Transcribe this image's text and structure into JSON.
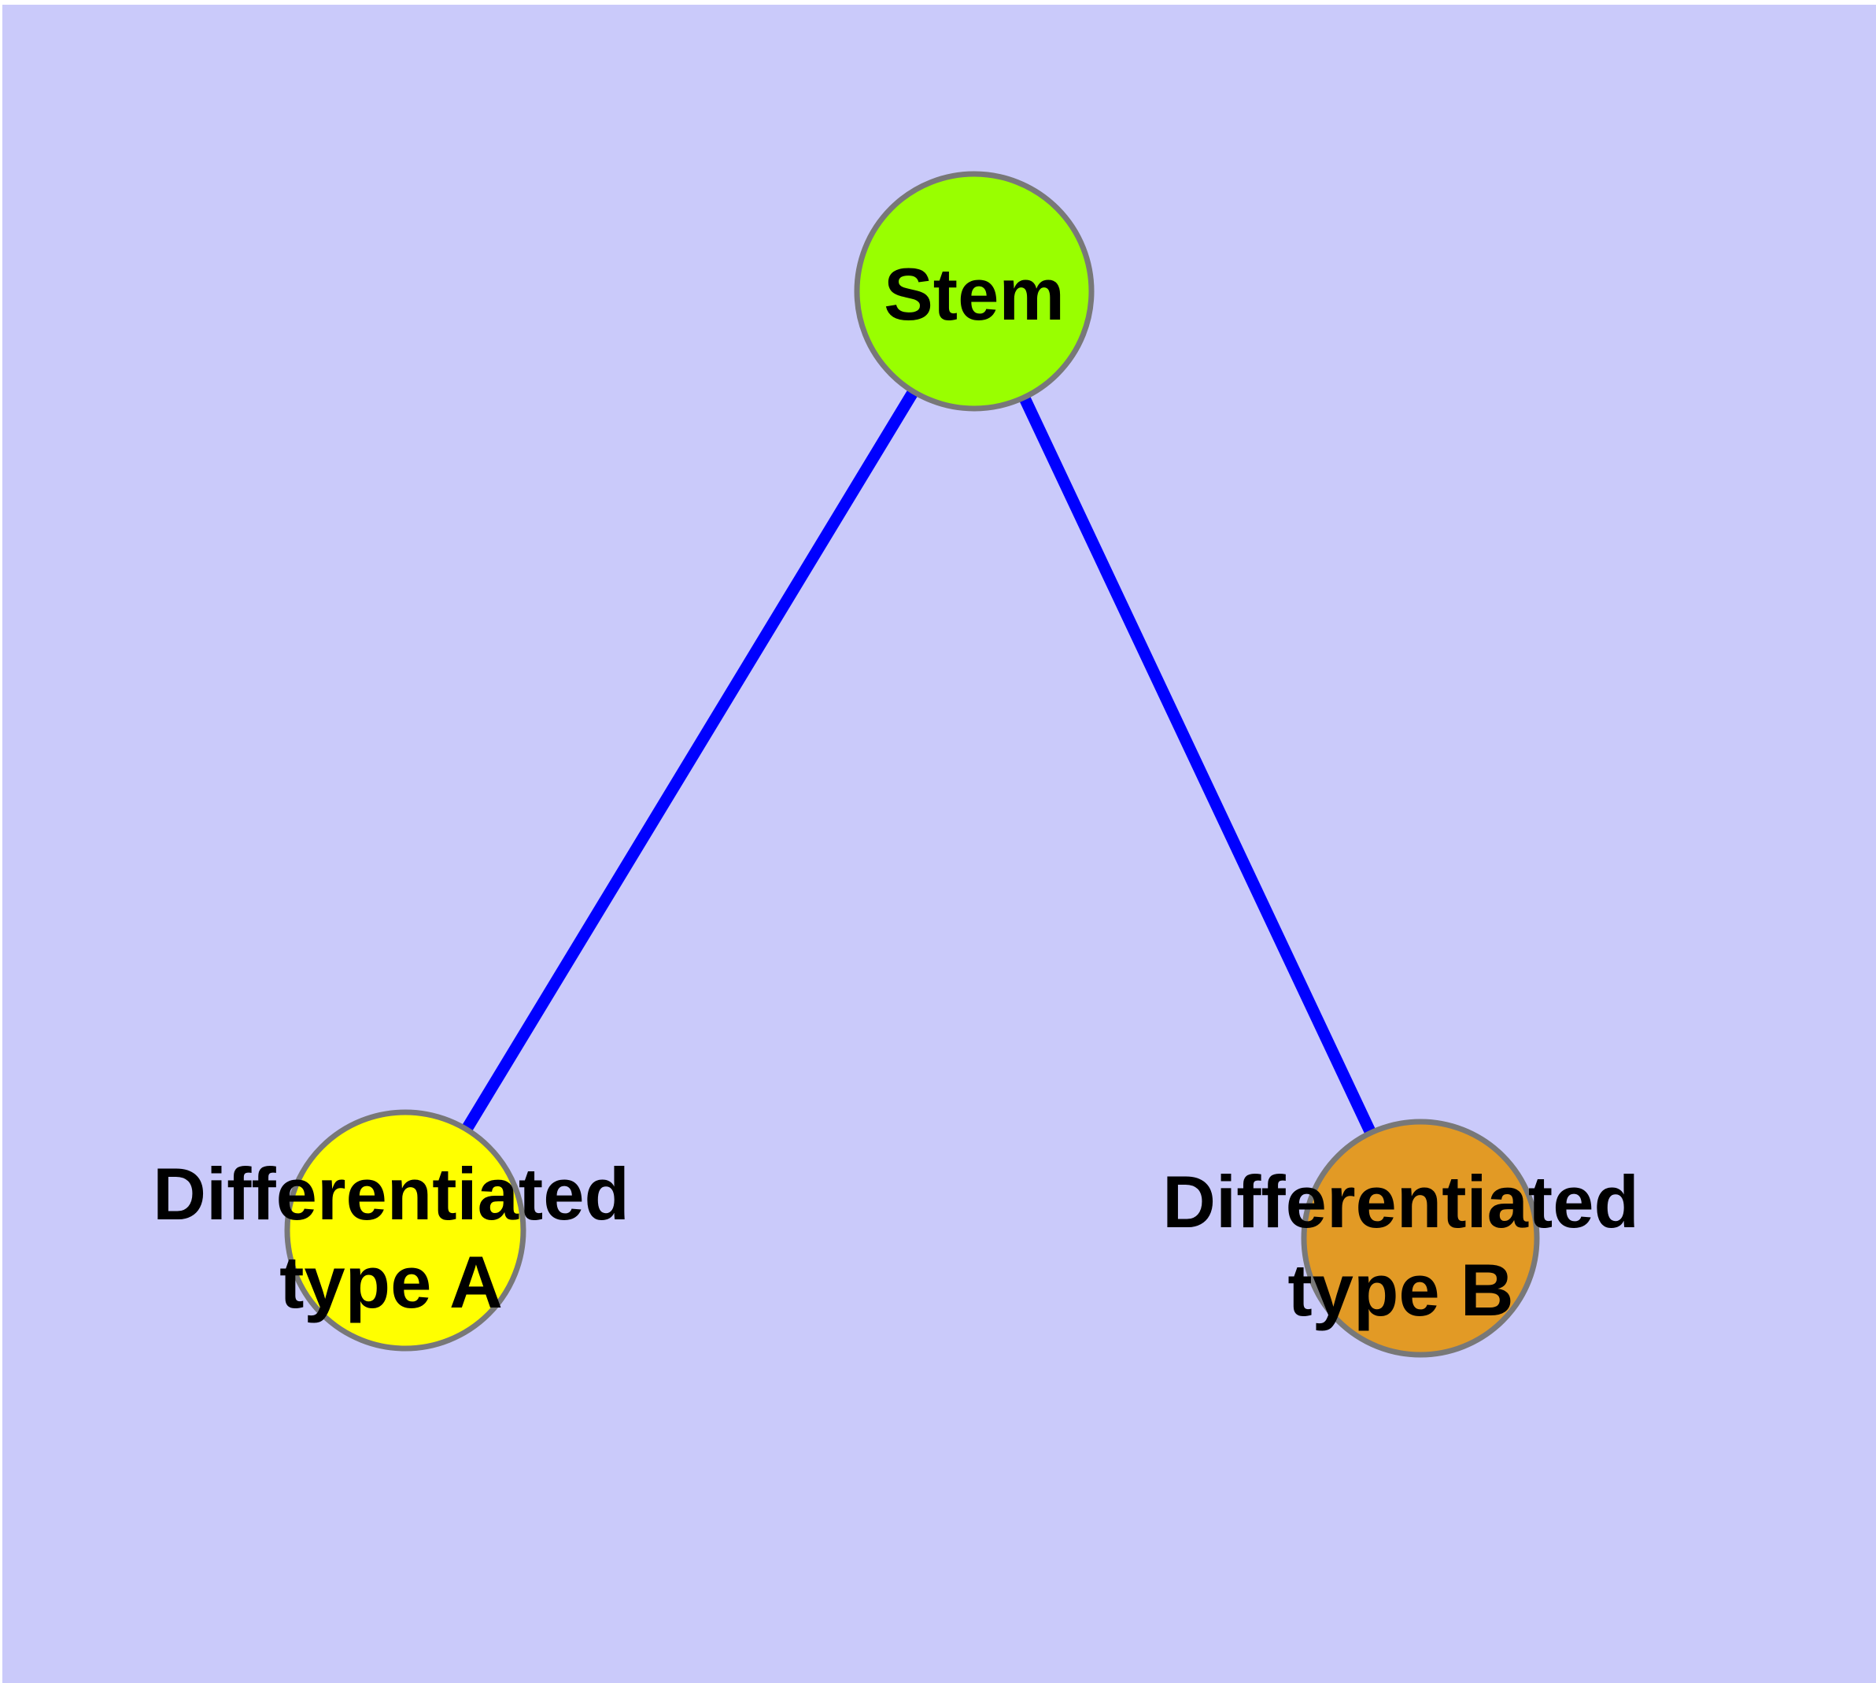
{
  "diagram": {
    "background_color": "#CACAFA",
    "margin_color": "#FFFFFF",
    "edge_color": "#0000FF",
    "node_stroke_color": "#787878",
    "nodes": [
      {
        "id": "stem",
        "label": "Stem",
        "fill": "#99FF00"
      },
      {
        "id": "differentiated-type-a",
        "label_line1": "Differentiated",
        "label_line2": "type A",
        "fill": "#FFFF00"
      },
      {
        "id": "differentiated-type-b",
        "label_line1": "Differentiated",
        "label_line2": "type B",
        "fill": "#E29A25"
      }
    ],
    "edges": [
      {
        "from": "Stem",
        "to": "Differentiated type A"
      },
      {
        "from": "Stem",
        "to": "Differentiated type B"
      }
    ]
  }
}
